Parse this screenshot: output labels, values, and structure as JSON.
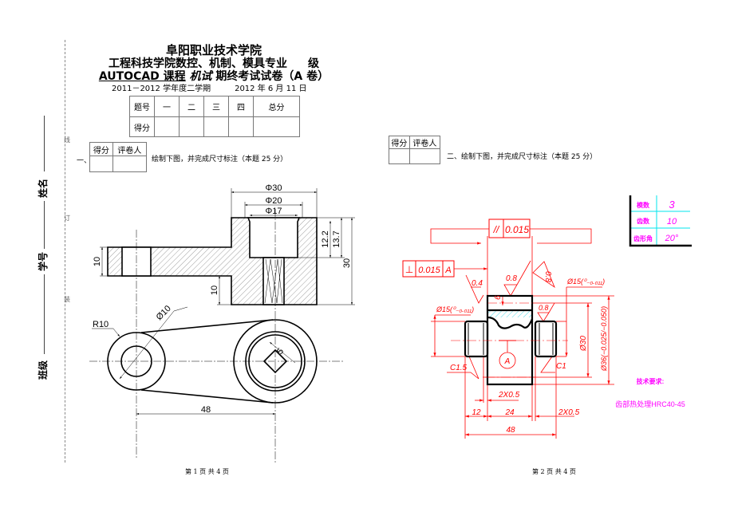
{
  "header": {
    "school": "阜阳职业技术学院",
    "department_line": "工程科技学院数控、机制、模具专业",
    "grade_suffix": "级",
    "course_prefix": "AUTOCAD 课程",
    "course_class": "机试",
    "exam_name": "期终考试试卷（A 卷）",
    "term": "2011－2012 学年度二学期",
    "date": "2012 年  6 月  11 日"
  },
  "score_table": {
    "row1": [
      "题号",
      "一",
      "二",
      "三",
      "四",
      "总分"
    ],
    "row2_label": "得分"
  },
  "binding_margin": {
    "name_label": "姓名",
    "id_label": "学号",
    "class_label": "班级",
    "marks": [
      "线",
      "订",
      "装"
    ]
  },
  "question1": {
    "number": "一、",
    "grader_headers": [
      "得分",
      "评卷人"
    ],
    "instruction": "绘制下图，并完成尺寸标注（本题 25 分）",
    "dims": {
      "d30": "Φ30",
      "d20": "Φ20",
      "d17": "Φ17",
      "h122": "12.2",
      "h137": "13.7",
      "h30": "30",
      "arm10": "10",
      "base10": "10",
      "r10": "R10",
      "phi10": "Ø10",
      "sq5": "5",
      "len48": "48"
    }
  },
  "question2": {
    "instruction": "二、绘制下图，并完成尺寸标注（本题 25 分）",
    "grader_headers": [
      "得分",
      "评卷人"
    ],
    "gear_table": [
      {
        "label": "模数",
        "value": "3"
      },
      {
        "label": "齿数",
        "value": "10"
      },
      {
        "label": "齿形角",
        "value": "20°"
      }
    ],
    "tolerance_parallel": {
      "symbol": "//",
      "value": "0.015"
    },
    "tolerance_perp": {
      "symbol": "⊥",
      "value": "0.015",
      "datum": "A"
    },
    "datum": "A",
    "dims": {
      "rough04": "0.4",
      "rough08a": "0.8",
      "rough08b": "0.8",
      "rough08c": "0.8",
      "phi15_left": "Ø15(⁰₋₀.₀₁₁)",
      "phi15_right": "Ø15(⁰₋₀.₀₁₁)",
      "phi30": "Ø30",
      "phi36": "Ø36(−0.025/−0.050)",
      "depth6": "6",
      "c15": "C1.5",
      "c1": "C1",
      "chamfer_top": "2X0.5",
      "chamfer_right": "2X0.5",
      "len12": "12",
      "len24": "24",
      "len48": "48"
    },
    "tech_title": "技术要求:",
    "tech_text": "齿部热处理HRC40-45"
  },
  "footer": {
    "page1": "第 1 页    共 4 页",
    "page2": "第 2 页    共 4 页"
  },
  "colors": {
    "drawing_red": "#ff0000",
    "table_magenta": "#ff00ff",
    "grid_cyan": "#00e5ee"
  }
}
